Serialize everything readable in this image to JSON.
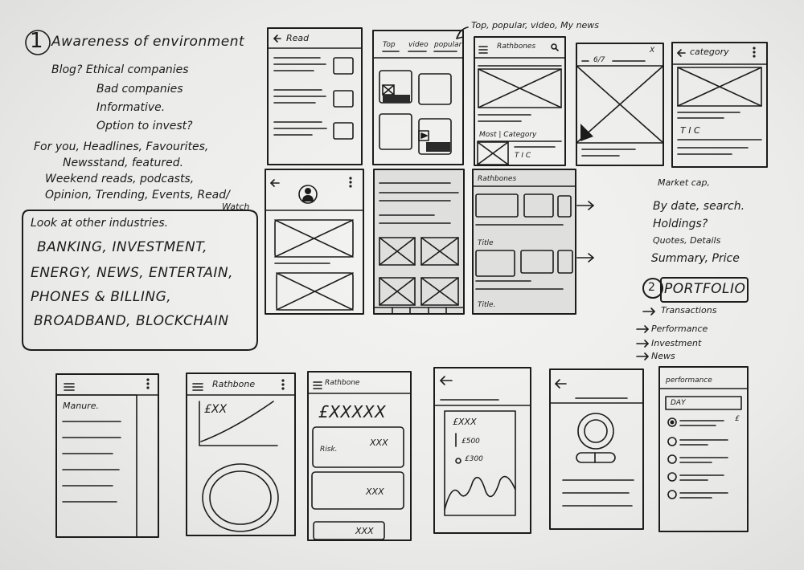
{
  "notes": {
    "section1_number": "1",
    "section1_title": "Awareness of environment",
    "blog_line": "Blog? Ethical companies",
    "bad_companies": "Bad companies",
    "informative": "Informative.",
    "option_invest": "Option to invest?",
    "for_you_line": "For you, Headlines, Favourites,",
    "newsstand_line": "Newsstand, featured.",
    "weekend_line": "Weekend reads, podcasts,",
    "opinion_line": "Opinion, Trending, Events, Read/",
    "watch_word": "Watch",
    "industries_heading": "Look at other industries.",
    "industries_line1": "BANKING, INVESTMENT,",
    "industries_line2": "ENERGY, NEWS, ENTERTAIN,",
    "industries_line3": "PHONES & BILLING,",
    "industries_line4": "BROADBAND, BLOCKCHAIN",
    "market_cap": "Market cap,",
    "by_date": "By date, search.",
    "holdings": "Holdings?",
    "quotes": "Quotes, Details",
    "summary": "Summary, Price",
    "section2_number": "2",
    "section2_title": "PORTFOLIO",
    "portfolio_items": [
      "Transactions",
      "Performance",
      "Investment",
      "News"
    ],
    "top_annotation": "Top, popular, video, My news"
  },
  "wireframes": {
    "read": "Read",
    "tab_top": "Top",
    "tab_video": "video",
    "tab_popular": "popular",
    "rathbones_search": "Rathbones",
    "most_category": "Most | Category",
    "tic_small": "T I C",
    "counter": "6/7",
    "close_x": "X",
    "category": "category",
    "tic_large": "T  I  C",
    "rathbones_list": "Rathbones",
    "title_row1": "Title",
    "title_row2": "Title.",
    "menu_label": "Manure.",
    "rathbone": "Rathbone",
    "exx": "£XX",
    "rathbone_script": "Rathbone",
    "big_amount": "£XXXXX",
    "risk": "Risk.",
    "xxx1": "XXX",
    "xxx2": "XXX",
    "xxx3": "XXX",
    "exxx": "£XXX",
    "e500": "£500",
    "e300": "£300",
    "performance": "performance",
    "day": "DAY",
    "pound": "£"
  }
}
